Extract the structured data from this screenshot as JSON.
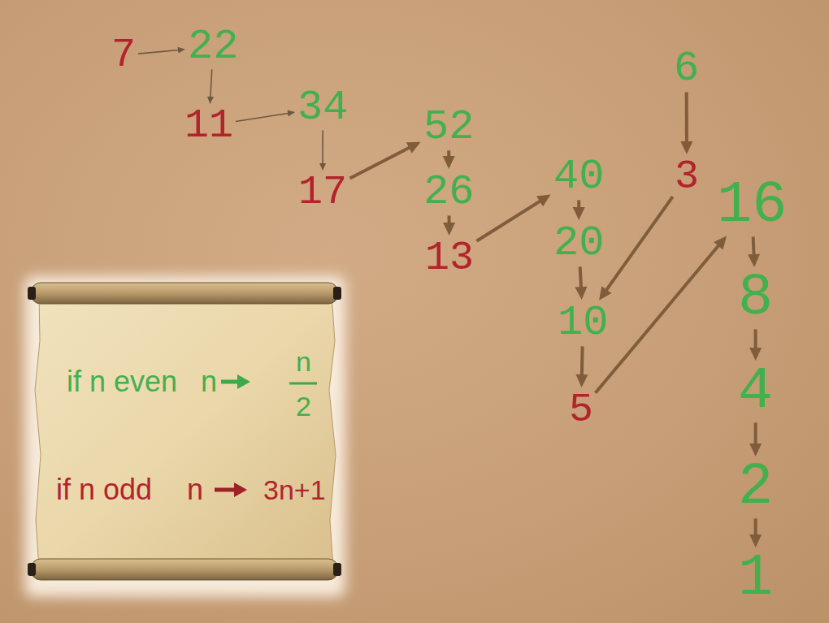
{
  "diagram": {
    "nodes": [
      {
        "text": [
          "7"
        ]
      },
      {
        "text": [
          "22"
        ]
      },
      {
        "text": [
          "11"
        ]
      },
      {
        "text": [
          "34"
        ]
      },
      {
        "text": [
          "17"
        ]
      },
      {
        "text": [
          "52"
        ]
      },
      {
        "text": [
          "26"
        ]
      },
      {
        "text": [
          "13"
        ]
      },
      {
        "text": [
          "40"
        ]
      },
      {
        "text": [
          "20"
        ]
      },
      {
        "text": [
          "10"
        ]
      },
      {
        "text": [
          "5"
        ]
      },
      {
        "text": [
          "6"
        ]
      },
      {
        "text": [
          "3"
        ]
      },
      {
        "text": [
          "16"
        ]
      },
      {
        "text": [
          "8"
        ]
      },
      {
        "text": [
          "4"
        ]
      },
      {
        "text": [
          "2"
        ]
      },
      {
        "text": [
          "1"
        ]
      },
      {
        "text": [
          "if n even",
          "n",
          "n",
          "2",
          "if n odd",
          "n",
          "3n+1"
        ]
      }
    ],
    "edges": [
      {
        "from": 0,
        "to": 1,
        "arrow": "to"
      },
      {
        "from": 1,
        "to": 2,
        "arrow": "to"
      },
      {
        "from": 2,
        "to": 3,
        "arrow": "to"
      },
      {
        "from": 3,
        "to": 4,
        "arrow": "to"
      },
      {
        "from": 4,
        "to": 5,
        "arrow": "to"
      },
      {
        "from": 5,
        "to": 6,
        "arrow": "to"
      },
      {
        "from": 6,
        "to": 7,
        "arrow": "to"
      },
      {
        "from": 7,
        "to": 8,
        "arrow": "to"
      },
      {
        "from": 8,
        "to": 9,
        "arrow": "to"
      },
      {
        "from": 9,
        "to": 10,
        "arrow": "to"
      },
      {
        "from": 10,
        "to": 11,
        "arrow": "to"
      },
      {
        "from": 11,
        "to": 14,
        "arrow": "to"
      },
      {
        "from": 12,
        "to": 13,
        "arrow": "to"
      },
      {
        "from": 13,
        "to": 10,
        "arrow": "to"
      },
      {
        "from": 14,
        "to": 15,
        "arrow": "to"
      },
      {
        "from": 15,
        "to": 16,
        "arrow": "to"
      },
      {
        "from": 16,
        "to": 17,
        "arrow": "to"
      },
      {
        "from": 17,
        "to": 18,
        "arrow": "to"
      }
    ]
  }
}
